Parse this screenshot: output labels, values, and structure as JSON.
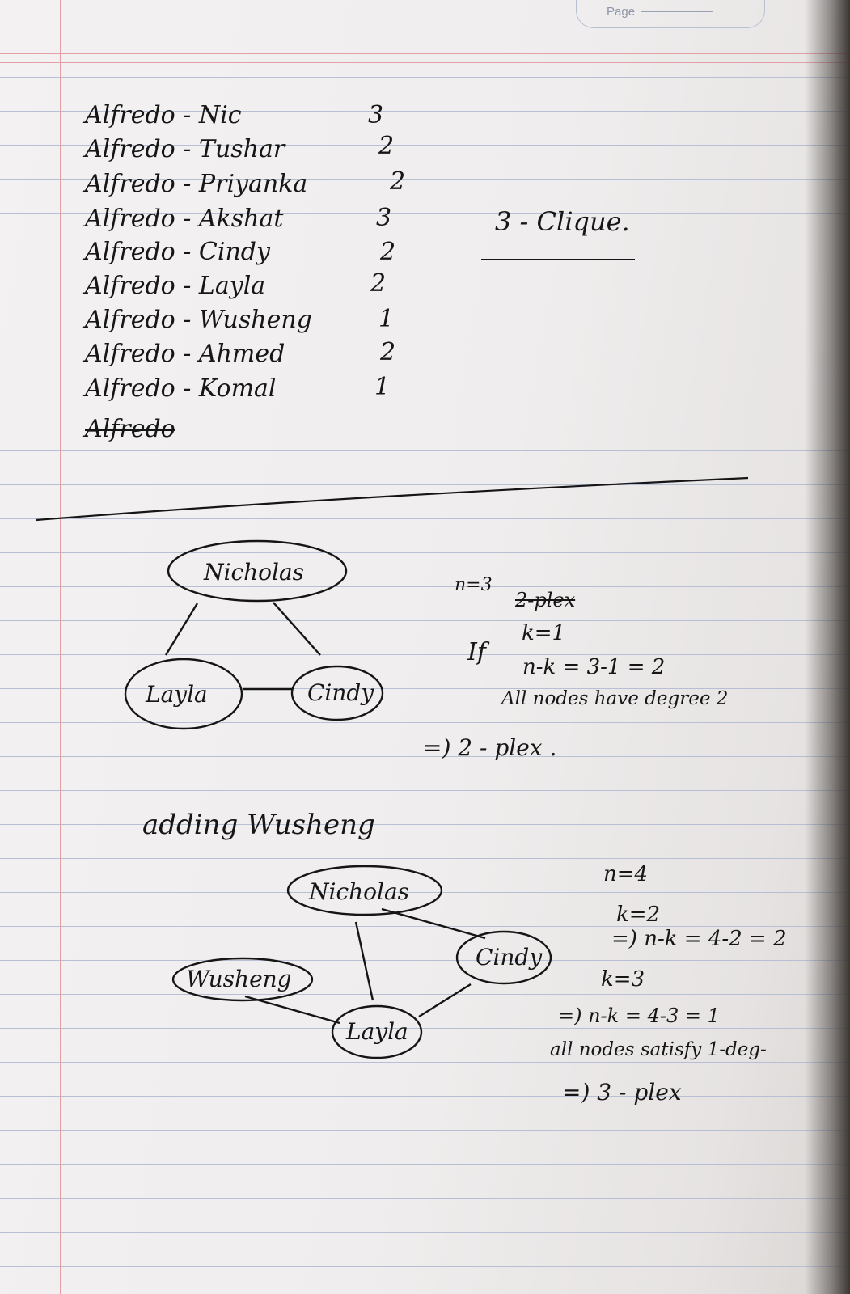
{
  "page_header": {
    "label": "Page"
  },
  "pairs": [
    {
      "name": "Alfredo - Nic",
      "value": "3"
    },
    {
      "name": "Alfredo - Tushar",
      "value": "2"
    },
    {
      "name": "Alfredo - Priyanka",
      "value": "2"
    },
    {
      "name": "Alfredo - Akshat",
      "value": "3"
    },
    {
      "name": "Alfredo - Cindy",
      "value": "2"
    },
    {
      "name": "Alfredo - Layla",
      "value": "2"
    },
    {
      "name": "Alfredo - Wusheng",
      "value": "1"
    },
    {
      "name": "Alfredo - Ahmed",
      "value": "2"
    },
    {
      "name": "Alfredo - Komal",
      "value": "1"
    }
  ],
  "trailing_word": "Alfredo",
  "clique_note": "3 - Clique.",
  "graph1": {
    "nodes": [
      "Nicholas",
      "Layla",
      "Cindy"
    ],
    "notes": [
      "n=3",
      "2-plex",
      "If",
      "k=1",
      "n-k = 3-1 = 2",
      "All nodes have degree 2",
      "=) 2 - plex ."
    ]
  },
  "adding_heading": "adding Wusheng",
  "graph2": {
    "nodes": [
      "Nicholas",
      "Cindy",
      "Wusheng",
      "Layla"
    ],
    "notes": [
      "n=4",
      "k=2",
      "=) n-k = 4-2 = 2",
      "k=3",
      "=) n-k = 4-3 = 1",
      "all nodes satisfy 1-deg-",
      "=) 3 - plex"
    ]
  },
  "colors": {
    "ink": "#161616",
    "rule": "#b6bfd3",
    "margin": "#e2a0a4",
    "paper": "#efeded"
  }
}
